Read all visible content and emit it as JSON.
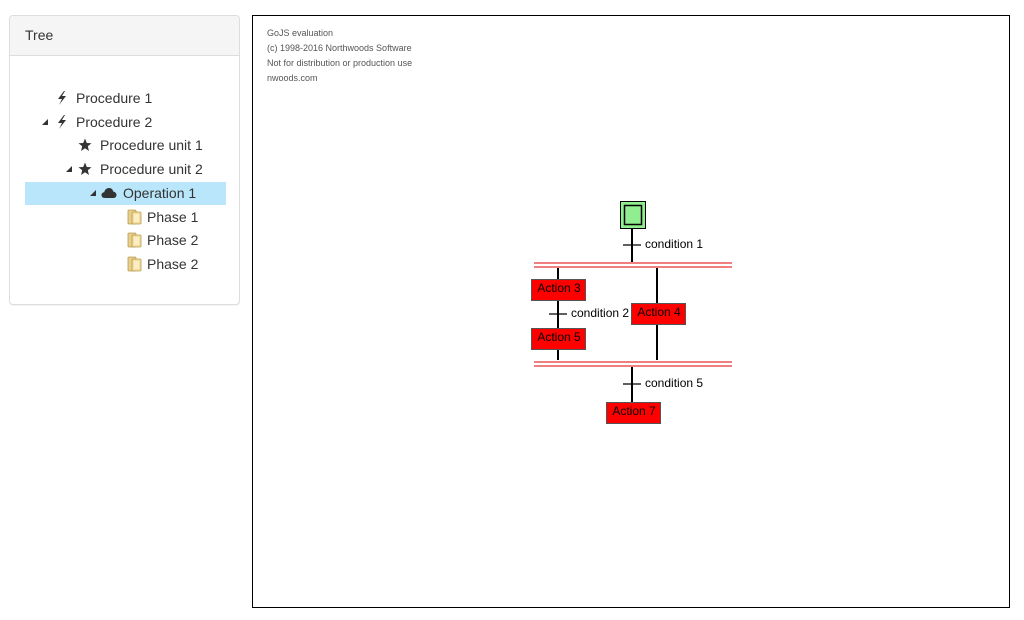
{
  "tree_panel": {
    "title": "Tree",
    "nodes": [
      {
        "label": "Procedure 1",
        "icon": "bolt-icon",
        "level": 0,
        "expanded": false,
        "has_children": false,
        "selected": false
      },
      {
        "label": "Procedure 2",
        "icon": "bolt-icon",
        "level": 0,
        "expanded": true,
        "has_children": true,
        "selected": false
      },
      {
        "label": "Procedure unit 1",
        "icon": "star-icon",
        "level": 1,
        "expanded": false,
        "has_children": false,
        "selected": false
      },
      {
        "label": "Procedure unit 2",
        "icon": "star-icon",
        "level": 1,
        "expanded": true,
        "has_children": true,
        "selected": false
      },
      {
        "label": "Operation 1",
        "icon": "cloud-icon",
        "level": 2,
        "expanded": true,
        "has_children": true,
        "selected": true
      },
      {
        "label": "Phase 1",
        "icon": "folder-icon",
        "level": 3,
        "expanded": false,
        "has_children": false,
        "selected": false
      },
      {
        "label": "Phase 2",
        "icon": "folder-icon",
        "level": 3,
        "expanded": false,
        "has_children": false,
        "selected": false
      },
      {
        "label": "Phase 2",
        "icon": "folder-icon",
        "level": 3,
        "expanded": false,
        "has_children": false,
        "selected": false
      }
    ],
    "selected_color": "#b9e6fb"
  },
  "diagram": {
    "watermark": {
      "line1": "GoJS evaluation",
      "line2": "(c) 1998-2016 Northwoods Software",
      "line3": "Not for distribution or production use",
      "line4": "nwoods.com"
    },
    "colors": {
      "start_step_fill": "#90ee90",
      "action_fill": "#ff0000",
      "parallel_bar": "#f08080",
      "line": "#000000"
    },
    "start_step": {
      "label": ""
    },
    "conditions": {
      "c1": "condition 1",
      "c2": "condition 2",
      "c5": "condition 5"
    },
    "actions": {
      "a3": "Action 3",
      "a4": "Action 4",
      "a5": "Action 5",
      "a7": "Action 7"
    }
  }
}
